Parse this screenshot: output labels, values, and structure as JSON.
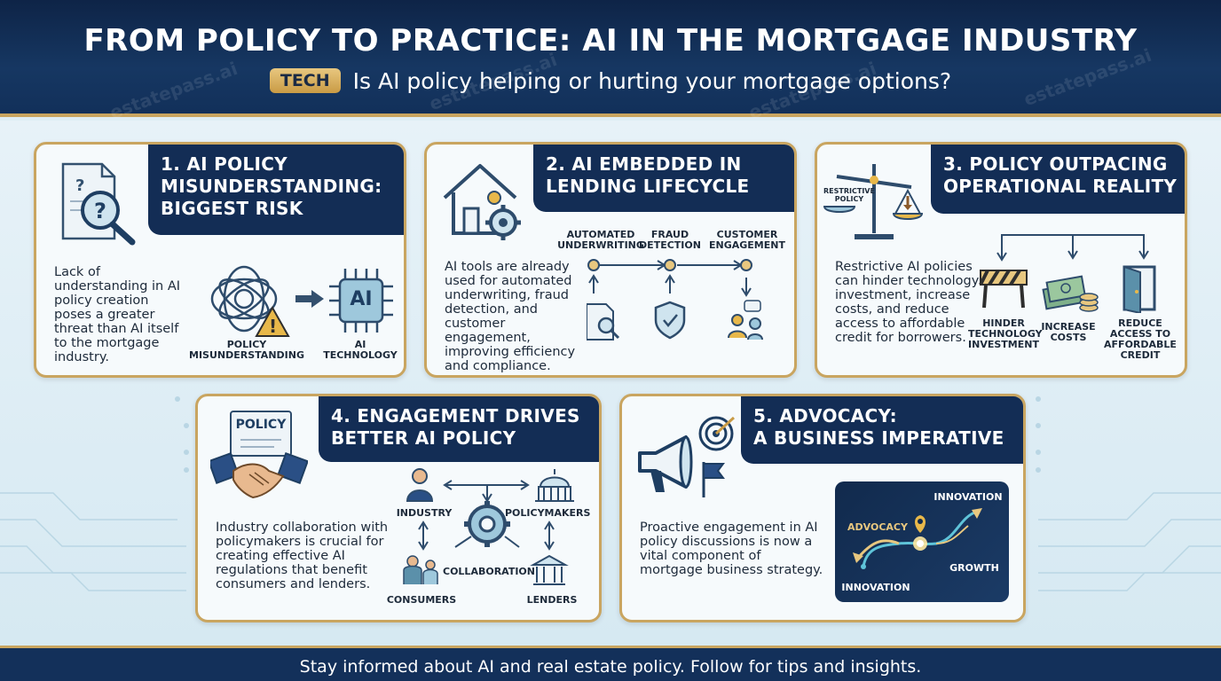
{
  "header": {
    "title": "FROM POLICY TO PRACTICE: AI IN THE MORTGAGE INDUSTRY",
    "badge": "TECH",
    "subtitle": "Is AI policy helping or hurting your mortgage options?",
    "watermark": "estatepass.ai"
  },
  "cards": {
    "c1": {
      "heading": "1. AI POLICY\nMISUNDERSTANDING:\nBIGGEST RISK",
      "text": "Lack of understanding in AI policy creation poses a greater threat than AI itself to the mortgage industry.",
      "label_left": "POLICY\nMISUNDERSTANDING",
      "label_right": "AI\nTECHNOLOGY",
      "chip": "AI"
    },
    "c2": {
      "heading": "2. AI EMBEDDED IN\nLENDING LIFECYCLE",
      "text": "AI tools are already used for automated underwriting, fraud detection, and customer engagement, improving efficiency and compliance.",
      "steps": [
        "AUTOMATED\nUNDERWRITING",
        "FRAUD\nDETECTION",
        "CUSTOMER\nENGAGEMENT"
      ]
    },
    "c3": {
      "heading": "3. POLICY OUTPACING\nOPERATIONAL REALITY",
      "text": "Restrictive AI policies can hinder technology investment, increase costs, and reduce access to affordable credit for borrowers.",
      "scale_label": "RESTRICTIVE\nPOLICY",
      "outcomes": [
        "HINDER\nTECHNOLOGY\nINVESTMENT",
        "INCREASE\nCOSTS",
        "REDUCE\nACCESS TO\nAFFORDABLE\nCREDIT"
      ]
    },
    "c4": {
      "heading": "4. ENGAGEMENT DRIVES\nBETTER AI POLICY",
      "text": "Industry collaboration with policymakers is crucial for creating effective AI regulations that benefit consumers and lenders.",
      "doc_label": "POLICY",
      "nodes": {
        "industry": "INDUSTRY",
        "policymakers": "POLICYMAKERS",
        "collaboration": "COLLABORATION",
        "consumers": "CONSUMERS",
        "lenders": "LENDERS"
      }
    },
    "c5": {
      "heading": "5. ADVOCACY:\nA BUSINESS IMPERATIVE",
      "text": "Proactive engagement in AI policy discussions is now a vital component of mortgage business strategy.",
      "map": {
        "top": "INNOVATION",
        "left": "ADVOCACY",
        "right": "GROWTH",
        "bottom": "INNOVATION"
      }
    }
  },
  "footer": {
    "text": "Stay informed about AI and real estate policy. Follow for tips and insights."
  },
  "colors": {
    "navy": "#132d55",
    "gold": "#c9a560",
    "accent_teal": "#3d7f9a"
  }
}
